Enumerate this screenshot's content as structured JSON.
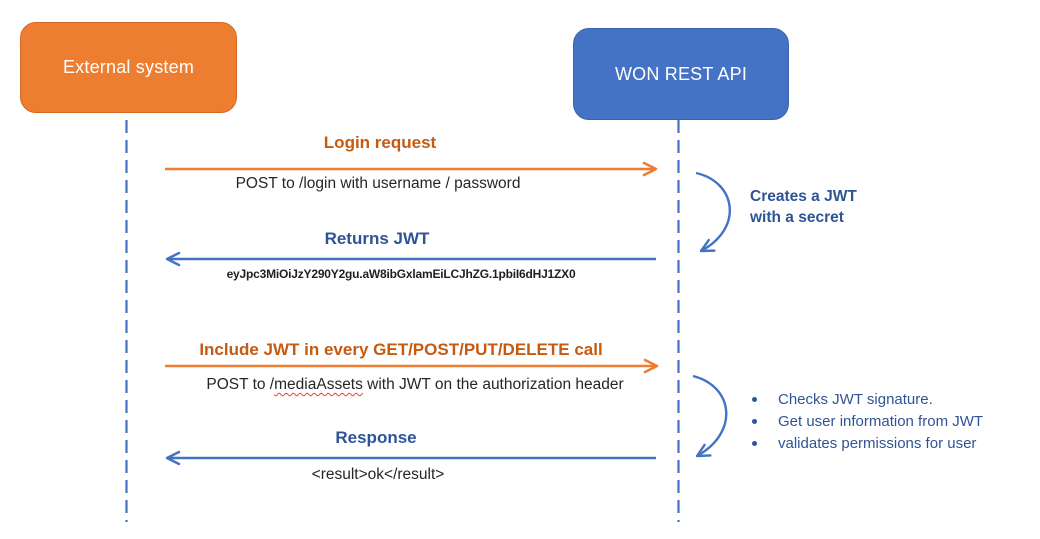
{
  "colors": {
    "orange": "#ED7D31",
    "orange_dark": "#C55A11",
    "orange_border": "#D16B24",
    "blue": "#4472C4",
    "blue_border": "#3C64AE",
    "blue_dark": "#2F5496",
    "text": "#262626",
    "squiggle": "#E5432E"
  },
  "actors": {
    "left": "External system",
    "right": "WON REST API"
  },
  "messages": {
    "login": {
      "title": "Login request",
      "detail": "POST to /login with username / password"
    },
    "returns_jwt": {
      "title": "Returns JWT",
      "token": "eyJpc3MiOiJzY290Y2gu.aW8ibGxlamEiLCJhZG.1pbiI6dHJ1ZX0"
    },
    "include_jwt": {
      "title": "Include JWT in every GET/POST/PUT/DELETE call",
      "detail_prefix": "POST to /",
      "detail_endpoint": "mediaAssets",
      "detail_suffix": " with JWT on the authorization header"
    },
    "response": {
      "title": "Response",
      "detail": "<result>ok</result>"
    }
  },
  "notes": {
    "creates_jwt": {
      "line1": "Creates a JWT",
      "line2": "with a secret"
    },
    "validation": {
      "items": [
        "Checks JWT signature.",
        "Get user information from JWT",
        "validates permissions for user"
      ]
    }
  }
}
